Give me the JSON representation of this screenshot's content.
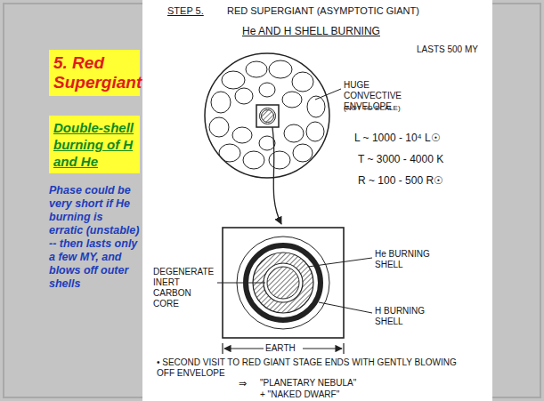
{
  "diagram": {
    "nodes": [
      {
        "text": [
          "5. Red Supergiant"
        ]
      },
      {
        "text": [
          "Double-shell burning of H and He"
        ]
      },
      {
        "text": [
          "STEP 5.",
          "RED SUPERGIANT (ASYMPTOTIC GIANT)",
          "He AND H SHELL BURNING",
          "LASTS 500 MY"
        ]
      }
    ],
    "edges": [],
    "labels": [
      "Phase could be very short if He burning is erratic (unstable) -- then lasts only a few MY, and blows off outer shells",
      "HUGE CONVECTIVE ENVELOPE",
      "(NOT TO SCALE)",
      "L ~ 1000 - 10⁴ L☉",
      "T ~ 3000 - 4000 K",
      "R ~ 100 - 500 R☉",
      "DEGENERATE INERT CARBON CORE",
      "He BURNING SHELL",
      "H BURNING SHELL",
      "EARTH",
      "• SECOND VISIT TO RED GIANT STAGE ENDS WITH GENTLY BLOWING OFF ENVELOPE",
      "⇒",
      "\"PLANETARY NEBULA\"",
      "+ \"NAKED DWARF\""
    ]
  }
}
